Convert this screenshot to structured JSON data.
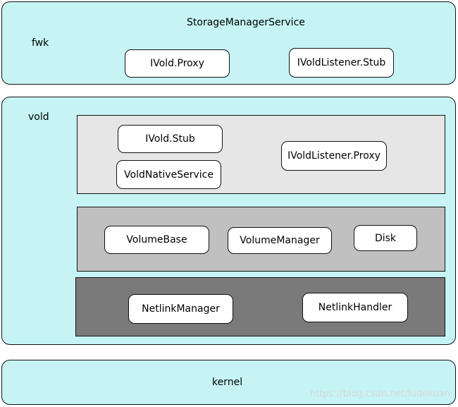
{
  "fwk": {
    "title": "StorageManagerService",
    "label": "fwk",
    "proxy": "IVold.Proxy",
    "listener_stub": "IVoldListener.Stub"
  },
  "vold": {
    "label": "vold",
    "binder_panel": {
      "stub": "IVold.Stub",
      "native_service": "VoldNativeService",
      "listener_proxy": "IVoldListener.Proxy"
    },
    "volume_panel": {
      "volume_base": "VolumeBase",
      "volume_manager": "VolumeManager",
      "disk": "Disk"
    },
    "netlink_panel": {
      "manager": "NetlinkManager",
      "handler": "NetlinkHandler"
    }
  },
  "kernel": {
    "label": "kernel"
  },
  "watermark": "https://blog.csdn.net/ludekuan",
  "colors": {
    "layer": "#c6f4f4",
    "binder_panel": "#e6e6e6",
    "volume_panel": "#c0c0c0",
    "netlink_panel": "#7a7a7a",
    "box": "#ffffff"
  }
}
